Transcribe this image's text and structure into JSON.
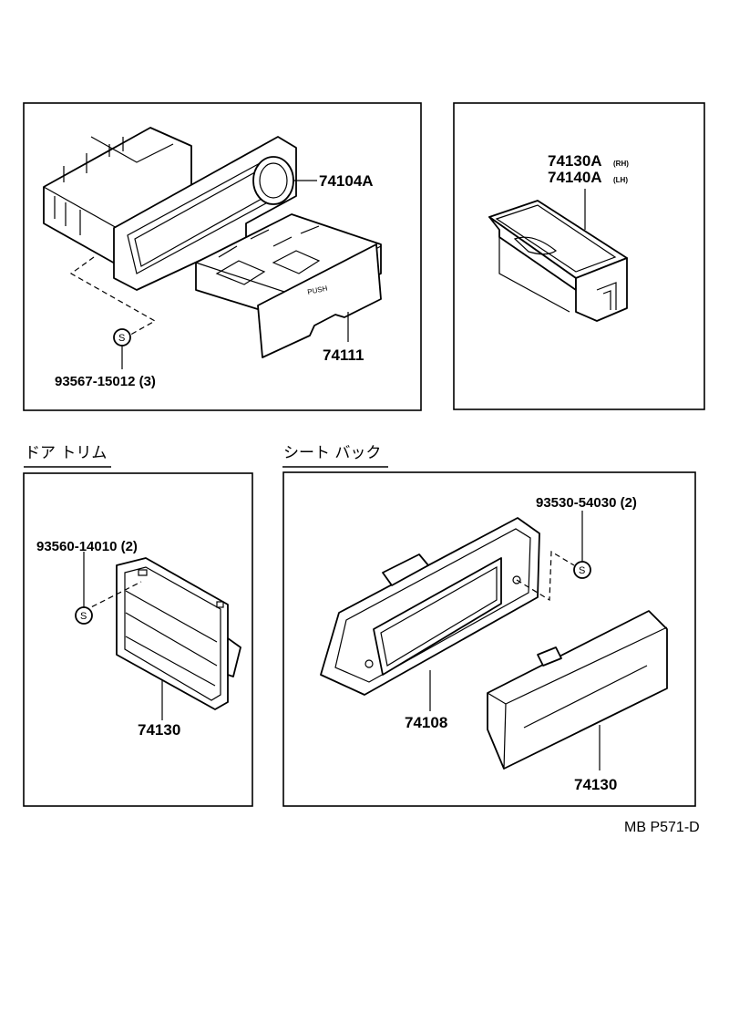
{
  "sections": {
    "door_trim": "ドア トリム",
    "seat_back": "シート バック"
  },
  "parts": {
    "p74104A": "74104A",
    "p74111": "74111",
    "screw_93567": "93567-15012 (3)",
    "p74130A": "74130A",
    "p74130A_sub": "(RH)",
    "p74140A": "74140A",
    "p74140A_sub": "(LH)",
    "screw_93560": "93560-14010 (2)",
    "p74130_door": "74130",
    "screw_93530": "93530-54030 (2)",
    "p74108": "74108",
    "p74130_seat": "74130"
  },
  "markings": {
    "push": "PUSH",
    "screw_symbol": "S"
  },
  "footer": {
    "code": "MB  P571-D"
  }
}
